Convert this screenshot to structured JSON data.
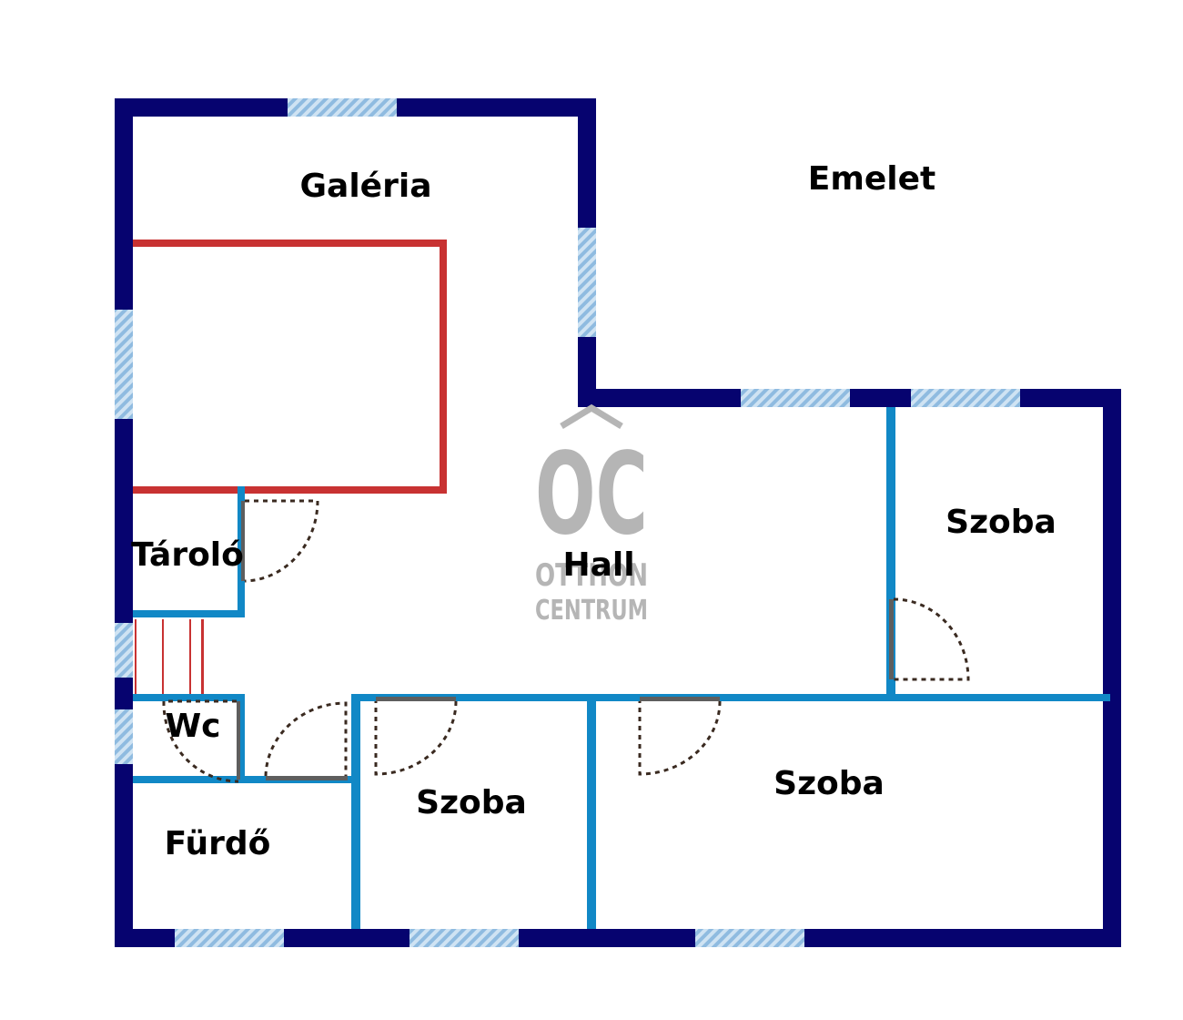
{
  "plan": {
    "floor_label": "Emelet",
    "rooms": {
      "galeria": "Galéria",
      "hall": "Hall",
      "szoba_east": "Szoba",
      "szoba_south_center": "Szoba",
      "szoba_south_left": "Szoba",
      "tarolo": "Tároló",
      "wc": "Wc",
      "furdo": "Fürdő"
    }
  },
  "logo": {
    "monogram": "OC",
    "line1": "OTTHON",
    "line2": "CENTRUM",
    "color": "#b5b5b5"
  },
  "colors": {
    "outer_wall": "#06036f",
    "inner_wall": "#1188c6",
    "void_outline": "#c83232",
    "window": "#9cc4e4",
    "door_leaf": "#5e5e5e"
  }
}
